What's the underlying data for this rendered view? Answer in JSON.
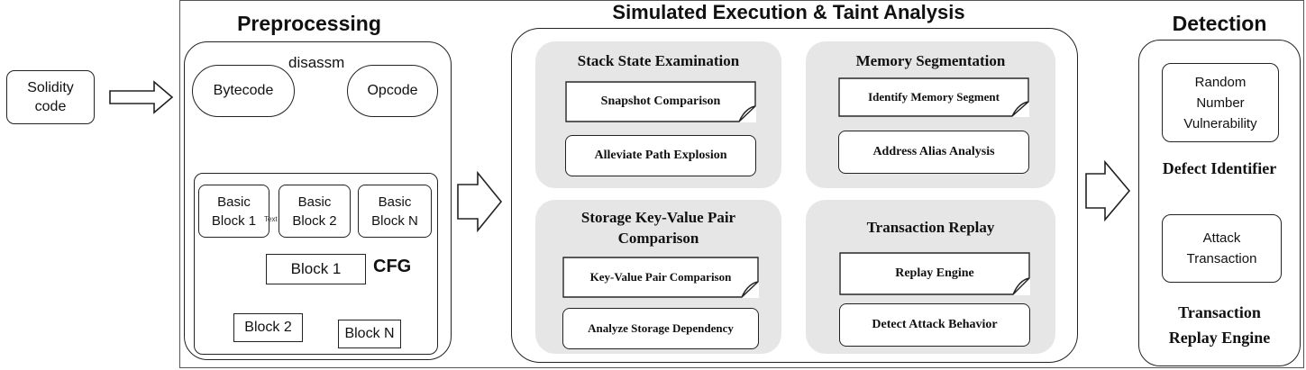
{
  "input": {
    "label": "Solidity\ncode"
  },
  "preprocessing": {
    "title": "Preprocessing",
    "bytecode": "Bytecode",
    "disassm": "disassm",
    "opcode": "Opcode",
    "blocks": [
      "Basic\nBlock 1",
      "Basic\nBlock 2",
      "Basic\nBlock N"
    ],
    "tiny_text": "Text",
    "cfg_label": "CFG",
    "cfg_root": "Block 1",
    "cfg_child_left": "Block 2",
    "cfg_child_right": "Block N"
  },
  "simulated": {
    "title": "Simulated Execution & Taint Analysis",
    "stack": {
      "title": "Stack State Examination",
      "items": [
        "Snapshot Comparison",
        "Alleviate Path Explosion"
      ]
    },
    "memory": {
      "title": "Memory Segmentation",
      "items": [
        "Identify Memory Segment",
        "Address Alias Analysis"
      ]
    },
    "storage": {
      "title": "Storage Key-Value Pair\nComparison",
      "items": [
        "Key-Value Pair Comparison",
        "Analyze Storage Dependency"
      ]
    },
    "replay": {
      "title": "Transaction Replay",
      "items": [
        "Replay Engine",
        "Detect Attack Behavior"
      ]
    }
  },
  "detection": {
    "title": "Detection",
    "random_box": "Random\nNumber\nVulnerability",
    "defect_label": "Defect Identifier",
    "attack_box": "Attack\nTransaction",
    "replay_label": "Transaction\nReplay Engine"
  }
}
